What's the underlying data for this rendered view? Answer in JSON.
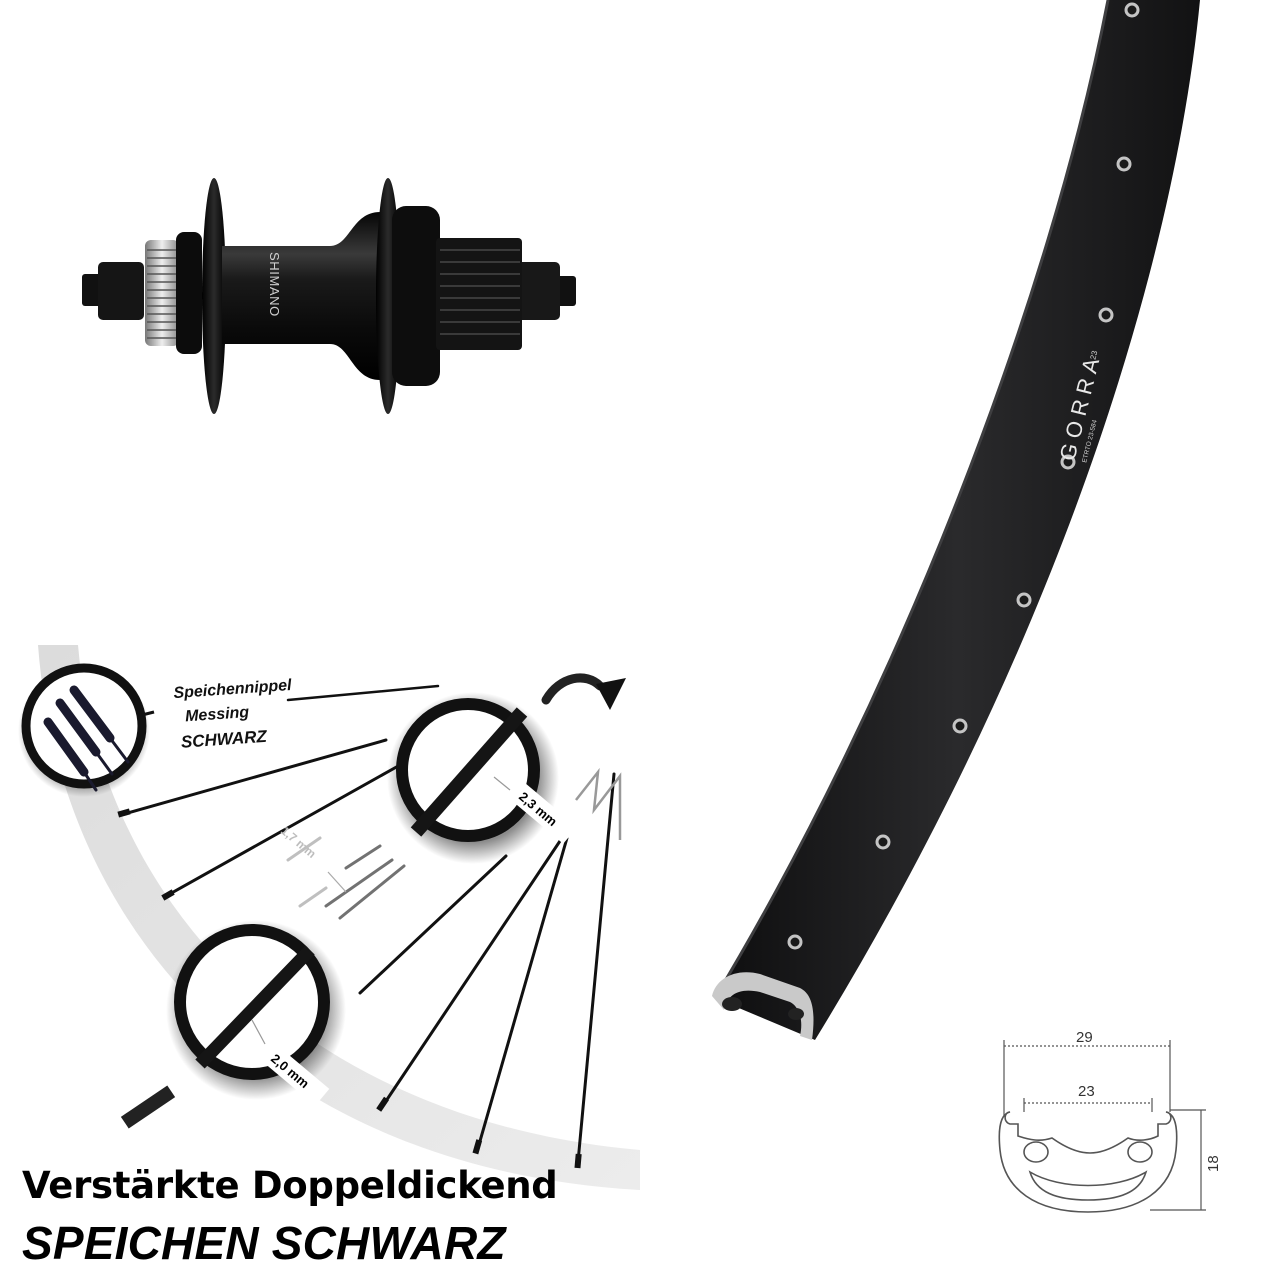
{
  "hub": {
    "brand_label": "SHIMANO",
    "type": "rear hub, center lock disc, freehub body",
    "color": "#101010"
  },
  "rim": {
    "brand_label": "GORRA",
    "sub_label": "ETRTO 23-584",
    "size_label": "23",
    "color": "#1c1c1e",
    "eyelet_color": "#bfbfbf",
    "profile_diagram": {
      "outer_width": "29",
      "inner_width": "23",
      "height": "18"
    }
  },
  "spoke_infographic": {
    "nipple_label": {
      "line1": "Speichennippel",
      "line2": "Messing",
      "line3": "SCHWARZ"
    },
    "dimensions": {
      "thick_end": "2,3 mm",
      "mid_section": "1,7 mm",
      "thread_end": "2,0 mm"
    },
    "rim_band_color": "#e6e6e6"
  },
  "caption": {
    "line1": "Verstärkte Doppeldickend",
    "line2": "SPEICHEN SCHWARZ"
  }
}
